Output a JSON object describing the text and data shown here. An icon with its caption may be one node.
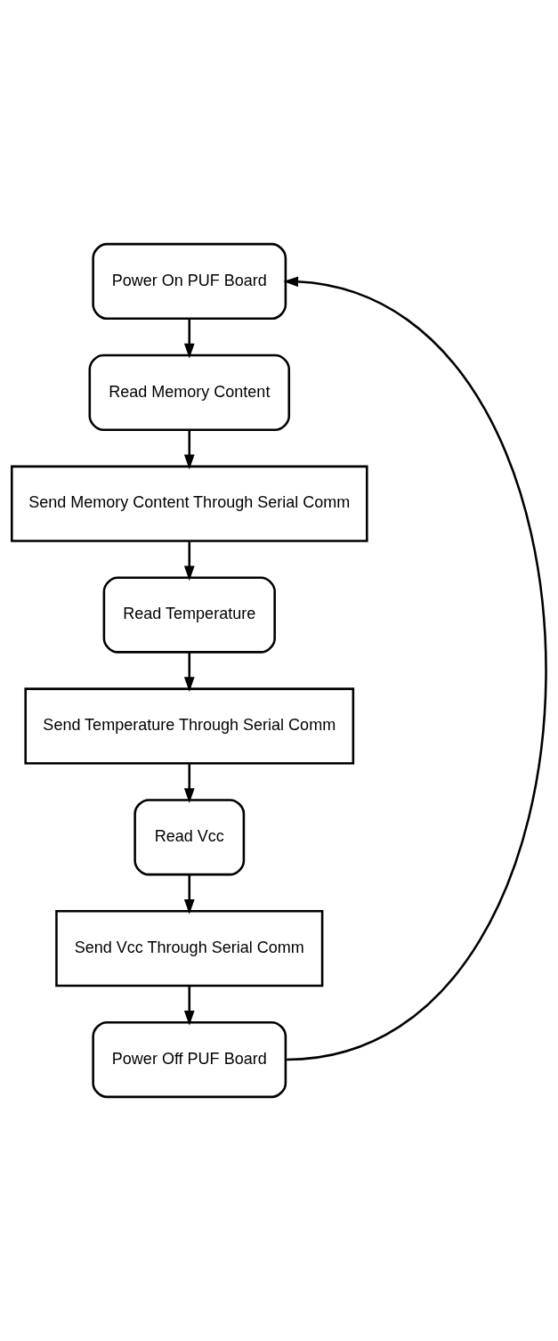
{
  "diagram": {
    "nodes": [
      {
        "text": [
          "Power On PUF Board"
        ]
      },
      {
        "text": [
          "Read Memory Content"
        ]
      },
      {
        "text": [
          "Send Memory Content Through Serial Comm"
        ]
      },
      {
        "text": [
          "Read Temperature"
        ]
      },
      {
        "text": [
          "Send Temperature Through Serial Comm"
        ]
      },
      {
        "text": [
          "Read Vcc"
        ]
      },
      {
        "text": [
          "Send Vcc Through Serial Comm"
        ]
      },
      {
        "text": [
          "Power Off PUF Board"
        ]
      }
    ],
    "edges": [
      {
        "from": 0,
        "to": 1,
        "arrow": "to"
      },
      {
        "from": 1,
        "to": 2,
        "arrow": "to"
      },
      {
        "from": 2,
        "to": 3,
        "arrow": "to"
      },
      {
        "from": 3,
        "to": 4,
        "arrow": "to"
      },
      {
        "from": 4,
        "to": 5,
        "arrow": "to"
      },
      {
        "from": 5,
        "to": 6,
        "arrow": "to"
      },
      {
        "from": 6,
        "to": 7,
        "arrow": "to"
      },
      {
        "from": 7,
        "to": 0,
        "arrow": "to"
      }
    ]
  }
}
